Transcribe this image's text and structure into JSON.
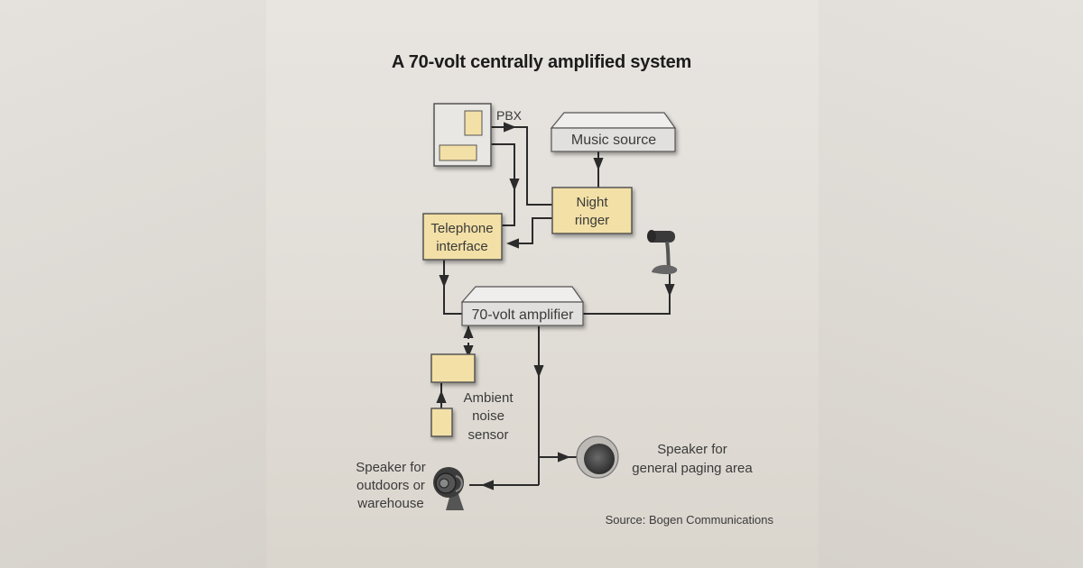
{
  "title": "A 70-volt centrally amplified system",
  "nodes": {
    "pbx": "PBX",
    "music_source": "Music source",
    "night_ringer": [
      "Night",
      "ringer"
    ],
    "telephone_interface": [
      "Telephone",
      "interface"
    ],
    "amplifier": "70-volt amplifier",
    "ambient_noise_sensor": [
      "Ambient",
      "noise",
      "sensor"
    ],
    "speaker_outdoor": [
      "Speaker for",
      "outdoors or",
      "warehouse"
    ],
    "speaker_general": [
      "Speaker for",
      "general paging area"
    ]
  },
  "source": "Source: Bogen Communications",
  "colors": {
    "box_fill": "#f3e0a6",
    "device_fill": "#e6e4e2",
    "line": "#2b2b2b",
    "text": "#3a3a3a"
  }
}
